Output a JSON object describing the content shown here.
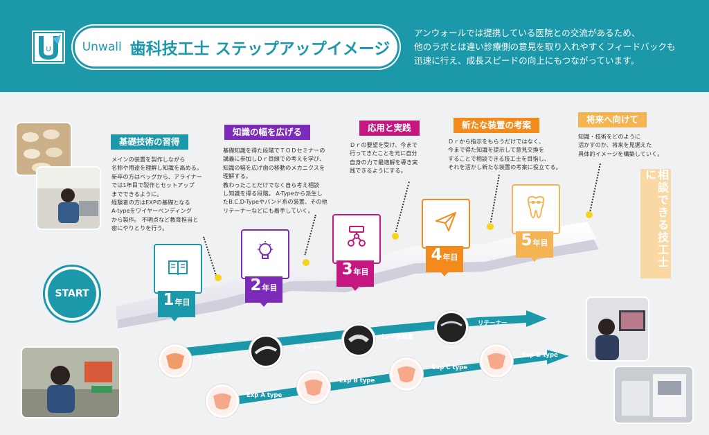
{
  "header": {
    "logo_text": "U",
    "brand": "Unwall",
    "title": "歯科技工士 ステップアップイメージ",
    "intro_lines": [
      "アンウォールでは提携している医院との交流があるため、",
      "他のラボとは違い診療側の意見を取り入れやすくフィードバックも",
      "迅速に行え、成長スピードの向上にもつながっています。"
    ]
  },
  "start_label": "START",
  "year_unit": "年目",
  "stages": [
    {
      "heading": "基礎技術の習得",
      "year": "1",
      "color": "#1c98ab",
      "icon": "book-icon",
      "lines": [
        "メインの装置を製作しながら",
        "名称や用途を理解し知識を高める。",
        "新卒の方はベッグから、アライナー",
        "では1年目で製作とセットアップ",
        "までできるように。",
        "経験者の方はEXPの基礎となる",
        "A-typeをワイヤーベンディング",
        "から製作。 不明点など教育担当と",
        "密にやりとりを行う。"
      ]
    },
    {
      "heading": "知識の幅を広げる",
      "year": "2",
      "color": "#7c2ab8",
      "icon": "lightbulb-icon",
      "lines": [
        "基礎知識を得た段階でＴＯＤセミナーの",
        "講義に参加しＤｒ目線での考えを学び、",
        "知識の幅を広げ歯の移動のメカニクスを",
        "理解する。",
        "教わったことだけでなく自ら考え相談",
        "し知識を得る段階。 A-Typeから派生し",
        "たB.C.D-Typeやバンド系の装置、その他",
        "リテーナーなどにも着手していく。"
      ]
    },
    {
      "heading": "応用と実践",
      "year": "3",
      "color": "#c4177f",
      "icon": "network-icon",
      "lines": [
        "Ｄｒの要望を受け、今まで",
        "行ってきたことを元に自分",
        "自身の力で最適解を導き実",
        "践できるようにする。"
      ]
    },
    {
      "heading": "新たな装置の考案",
      "year": "4",
      "color": "#f28a1c",
      "icon": "send-icon",
      "lines": [
        "Ｄｒから指示をもらうだけではなく、",
        "今まで得た知識を提示して意見交換を",
        "することで相談できる技工士を目指し、",
        "それを活かし新たな装置の考案に役立てる。"
      ]
    },
    {
      "heading": "将来へ向けて",
      "year": "5",
      "color": "#f5b453",
      "icon": "tooth-icon",
      "lines": [
        "知識・技術をどのように",
        "活かすのか、将来を見据えた",
        "具体的イメージを構築していく。"
      ]
    }
  ],
  "goal_text": "相談できる技工士に",
  "devices_upper": [
    "ベック",
    "アライナー",
    "バンド系装置",
    "リテーナー"
  ],
  "devices_lower": [
    "Exp A type",
    "Exp B type",
    "Exp C type",
    "Exp D type"
  ],
  "photos": [
    "dental-models-photo",
    "technician-working-photo",
    "technician-bench-photo",
    "technician-monitor-photo",
    "scanner-equipment-photo"
  ],
  "colors": {
    "teal": "#1c98ab",
    "purple": "#7c2ab8",
    "magenta": "#c4177f",
    "orange": "#f28a1c",
    "light_orange": "#f5b453",
    "yellow": "#f7d31a"
  }
}
